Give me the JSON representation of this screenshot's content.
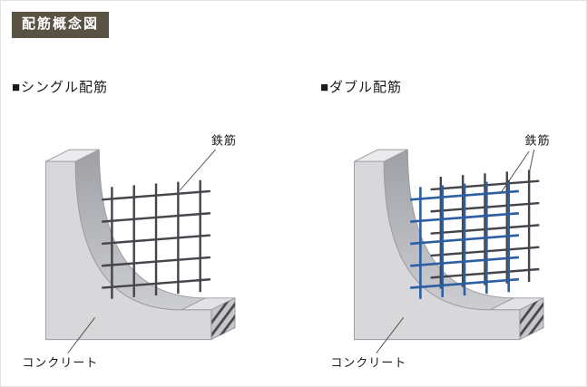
{
  "title": "配筋概念図",
  "panels": [
    {
      "id": "single",
      "heading": "■シングル配筋",
      "rebar_label": "鉄筋",
      "concrete_label": "コンクリート",
      "rebar_layers": 1
    },
    {
      "id": "double",
      "heading": "■ダブル配筋",
      "rebar_label": "鉄筋",
      "concrete_label": "コンクリート",
      "rebar_layers": 2
    }
  ],
  "colors": {
    "title_bg": "#5a5243",
    "title_text": "#ffffff",
    "rebar_dark": "#45464b",
    "rebar_blue": "#2e5fa3",
    "concrete_light": "#d8d8db",
    "concrete_shade": "#9ea0a6",
    "outline": "#9b9ca2"
  }
}
